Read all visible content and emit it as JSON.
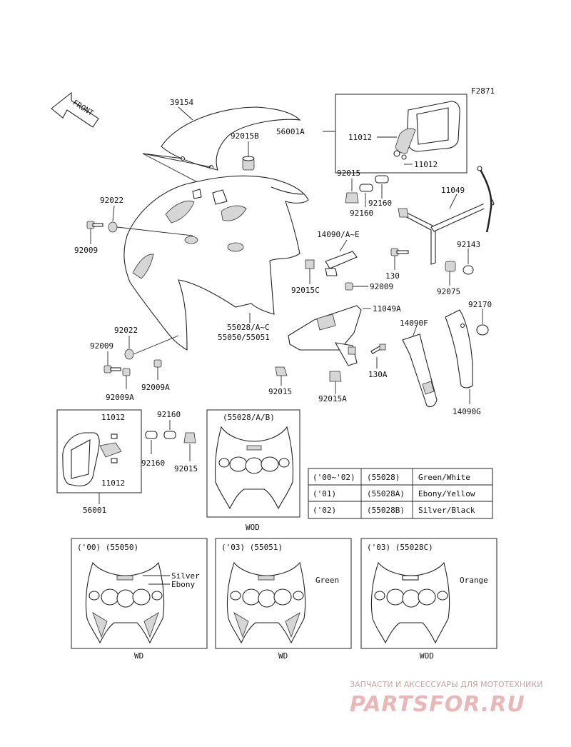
{
  "figure_code": "F2871",
  "front_label": "FRONT",
  "callouts": {
    "p39154": "39154",
    "p92015B": "92015B",
    "p56001A": "56001A",
    "p11012a": "11012",
    "p11012b": "11012",
    "p92015a": "92015",
    "p92160a": "92160",
    "p92160b": "92160",
    "p11049": "11049",
    "p92022a": "92022",
    "p92009a": "92009",
    "p14090": "14090/A~E",
    "p92143": "92143",
    "p130": "130",
    "p92015C": "92015C",
    "p92009b": "92009",
    "p92075": "92075",
    "p55028": "55028/A~C",
    "p55050": "55050/55051",
    "p11049A": "11049A",
    "p92170": "92170",
    "p92022b": "92022",
    "p92009c": "92009",
    "p14090F": "14090F",
    "p130A": "130A",
    "p92009A": "92009A",
    "p92009Ab": "92009A",
    "p92015c": "92015",
    "p92015A": "92015A",
    "p14090G": "14090G",
    "p11012c": "11012",
    "p11012d": "11012",
    "p92160c": "92160",
    "p92160d": "92160",
    "p92015d": "92015",
    "p56001": "56001"
  },
  "inset_wod": {
    "title": "(55028/A/B)",
    "caption": "WOD"
  },
  "color_table": [
    {
      "years": "('00~'02)",
      "part": "(55028)",
      "color": "Green/White"
    },
    {
      "years": "('01)",
      "part": "(55028A)",
      "color": "Ebony/Yellow"
    },
    {
      "years": "('02)",
      "part": "(55028B)",
      "color": "Silver/Black"
    }
  ],
  "bottom_panels": [
    {
      "header": "('00) (55050)",
      "color_lines": [
        "Silver",
        "Ebony"
      ],
      "caption": "WD"
    },
    {
      "header": "('03) (55051)",
      "color_lines": [
        "Green"
      ],
      "caption": "WD"
    },
    {
      "header": "('03) (55028C)",
      "color_lines": [
        "Orange"
      ],
      "caption": "WOD"
    }
  ],
  "watermark": {
    "tagline": "ЗАПЧАСТИ И АКСЕССУАРЫ ДЛЯ МОТОТЕХНИКИ",
    "logo": "PARTSFOR.RU"
  }
}
